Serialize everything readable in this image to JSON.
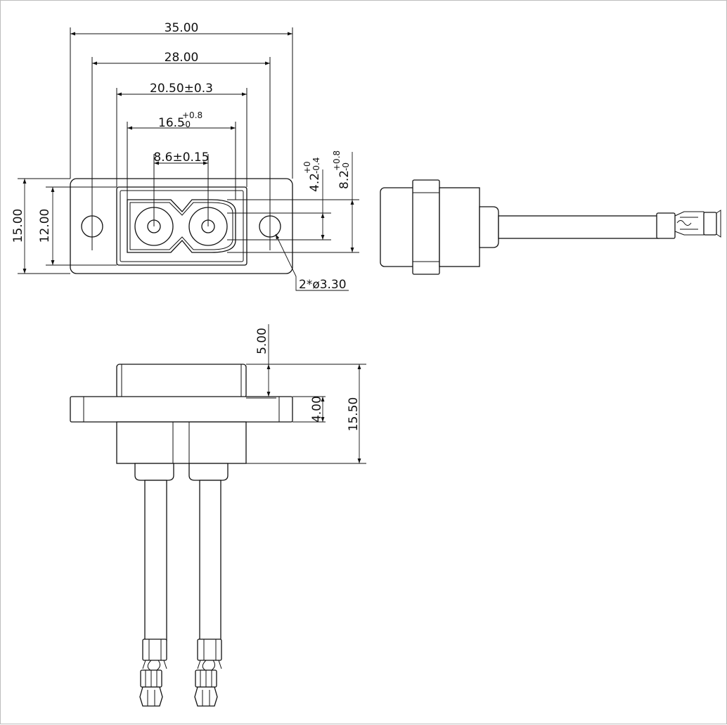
{
  "drawing": {
    "top_view": {
      "dim_overall_width": "35.00",
      "dim_hole_pitch": "28.00",
      "dim_body_width": "20.50±0.3",
      "dim_cavity_width_base": "16.5",
      "dim_cavity_width_upper": "+0.8",
      "dim_cavity_width_lower": "-0",
      "dim_pin_pitch": "8.6±0.15",
      "dim_overall_height": "15.00",
      "dim_body_height": "12.00",
      "dim_mount_hole": "2*ø3.30"
    },
    "right_view": {
      "dim_pin_gap_base": "4.2",
      "dim_pin_gap_upper": "+0",
      "dim_pin_gap_lower": "-0.4",
      "dim_cavity_height_base": "8.2",
      "dim_cavity_height_upper": "+0.8",
      "dim_cavity_height_lower": "-0"
    },
    "front_view": {
      "dim_top_height": "5.00",
      "dim_flange_thickness": "4.00",
      "dim_total_height": "15.50"
    }
  }
}
